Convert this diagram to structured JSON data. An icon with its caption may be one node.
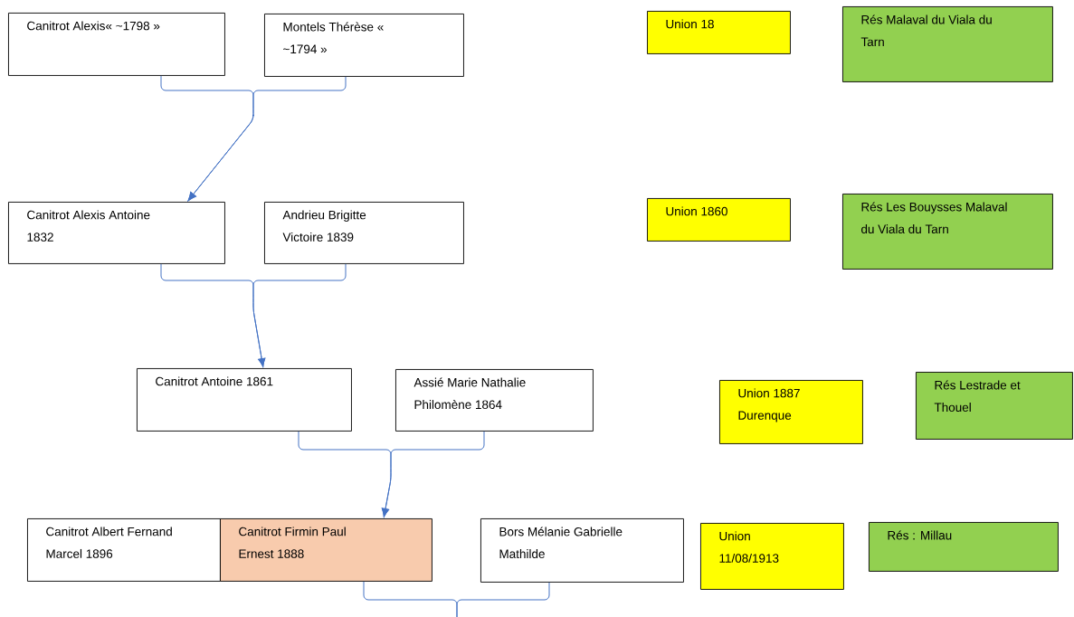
{
  "diagram": {
    "nodes": [
      {
        "text": [
          "Canitrot Alexis« ~1798 »"
        ]
      },
      {
        "text": [
          "Montels Thérèse « ~1794 »"
        ]
      },
      {
        "text": [
          "Union 18"
        ]
      },
      {
        "text": [
          "Rés Malaval du Viala du Tarn"
        ]
      },
      {
        "text": [
          "Canitrot Alexis Antoine 1832"
        ]
      },
      {
        "text": [
          "Andrieu Brigitte Victoire 1839"
        ]
      },
      {
        "text": [
          "Union 1860"
        ]
      },
      {
        "text": [
          "Rés Les Bouysses Malaval du Viala du Tarn"
        ]
      },
      {
        "text": [
          "Canitrot Antoine 1861"
        ]
      },
      {
        "text": [
          "Assié Marie Nathalie Philomène 1864"
        ]
      },
      {
        "text": [
          "Union 1887 Durenque"
        ]
      },
      {
        "text": [
          "Rés Lestrade et Thouel"
        ]
      },
      {
        "text": [
          "Canitrot Albert Fernand Marcel 1896"
        ]
      },
      {
        "text": [
          "Canitrot Firmin Paul Ernest 1888"
        ]
      },
      {
        "text": [
          "Bors Mélanie Gabrielle Mathilde"
        ]
      },
      {
        "text": [
          "Union 11/08/1913"
        ]
      },
      {
        "text": [
          "Rés : Millau"
        ]
      }
    ],
    "edges": [
      {
        "from": 0,
        "to": 4,
        "arrow": "to"
      },
      {
        "from": 1,
        "to": 4,
        "arrow": "to"
      },
      {
        "from": 4,
        "to": 8,
        "arrow": "to"
      },
      {
        "from": 5,
        "to": 8,
        "arrow": "to"
      },
      {
        "from": 8,
        "to": 13,
        "arrow": "to"
      },
      {
        "from": 9,
        "to": 13,
        "arrow": "to"
      },
      {
        "from": 13,
        "to": null,
        "arrow": "none"
      },
      {
        "from": 14,
        "to": null,
        "arrow": "none"
      }
    ]
  }
}
